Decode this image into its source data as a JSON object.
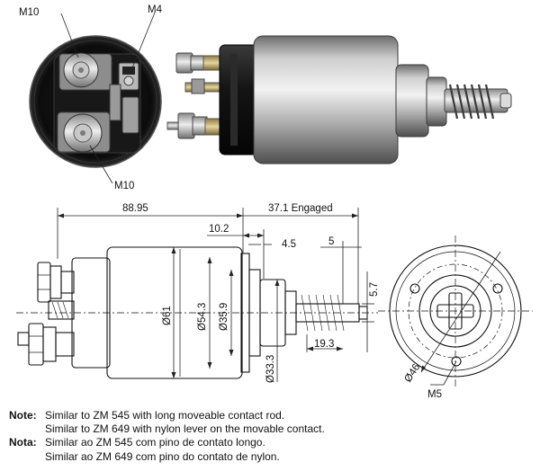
{
  "photo_labels": {
    "terminal_large_top": "M10",
    "terminal_small": "M4",
    "terminal_large_bottom": "M10"
  },
  "dimensions": {
    "overall_length": "88.95",
    "engaged_travel": "37.1 Engaged",
    "flange_offset": "10.2",
    "flange_width": "4.5",
    "plunger_tip": "5",
    "plunger_height": "5.7",
    "body_diameter": "Ø61",
    "flange_diameter": "Ø54.3",
    "inner_diameter": "Ø35.9",
    "boss_diameter": "Ø33.3",
    "spring_length": "19.3",
    "bolt_circle": "Ø46",
    "mount_thread": "M5"
  },
  "notes": {
    "en_label": "Note:",
    "en_line1": "Similar to ZM 545 with long moveable contact rod.",
    "en_line2": "Similar to ZM 649 with nylon lever on the movable contact.",
    "pt_label": "Nota:",
    "pt_line1": "Similar ao ZM 545 com pino de contato longo.",
    "pt_line2": "Similar ao ZM 649 com pino do contato de nylon."
  },
  "colors": {
    "body_metal": "#b9b9b9",
    "cap_black": "#1a1a1a",
    "copper_terminal": "#c9b37a"
  }
}
